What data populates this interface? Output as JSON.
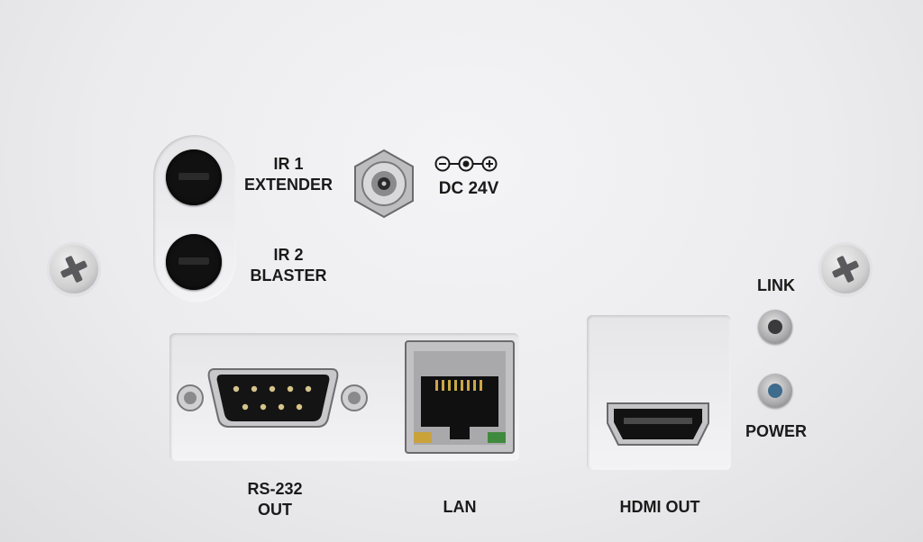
{
  "labels": {
    "ir1": [
      "IR 1",
      "EXTENDER"
    ],
    "ir2": [
      "IR 2",
      "BLASTER"
    ],
    "dc": "DC 24V",
    "link": "LINK",
    "power": "POWER",
    "rs232": [
      "RS-232",
      "OUT"
    ],
    "lan": "LAN",
    "hdmi": "HDMI OUT"
  },
  "colors": {
    "panel": "#ececee",
    "text": "#1a1a1a",
    "link_led_lens": "#3a3a3c",
    "power_led_lens": "#3f6b8c"
  }
}
